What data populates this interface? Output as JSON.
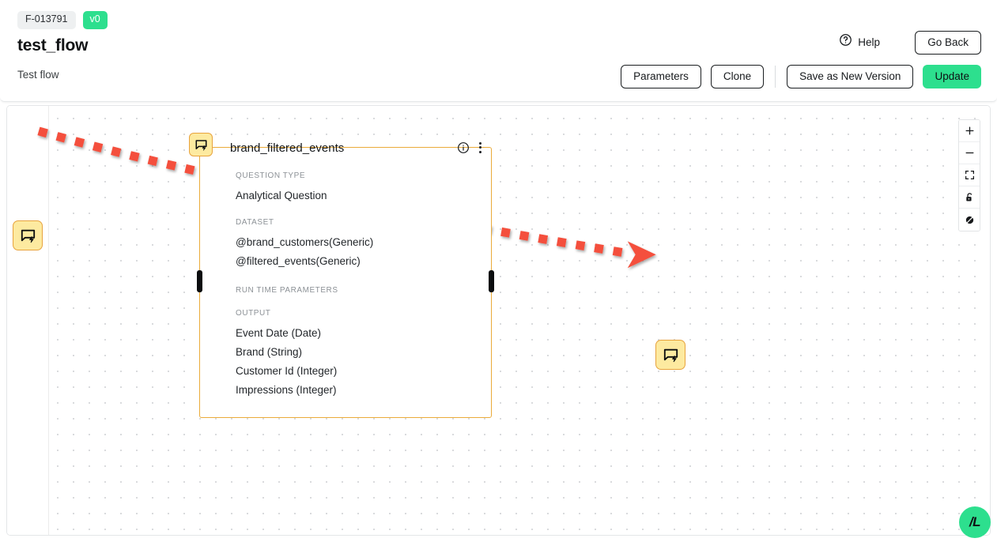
{
  "header": {
    "flow_id": "F-013791",
    "version_badge": "v0",
    "title": "test_flow",
    "subtitle": "Test flow",
    "help_label": "Help",
    "go_back_label": "Go Back",
    "parameters_label": "Parameters",
    "clone_label": "Clone",
    "save_as_new_version_label": "Save as New Version",
    "update_label": "Update",
    "version_badge_color": "#2ddf8e",
    "update_button_color": "#2ddf8e"
  },
  "canvas": {
    "node": {
      "title": "brand_filtered_events",
      "border_color": "#eaab3a",
      "icon_bg": "#fdeaa0",
      "sections": [
        {
          "label": "QUESTION TYPE",
          "items": [
            "Analytical Question"
          ]
        },
        {
          "label": "DATASET",
          "items": [
            "@brand_customers(Generic)",
            "@filtered_events(Generic)"
          ]
        },
        {
          "label": "RUN TIME PARAMETERS",
          "items": []
        },
        {
          "label": "OUTPUT",
          "items": [
            "Event Date (Date)",
            "Brand (String)",
            "Customer Id (Integer)",
            "Impressions (Integer)"
          ]
        }
      ]
    },
    "edge": {
      "color": "#f4503c",
      "style": "dashed",
      "arrow": "end"
    }
  },
  "toolbar": {
    "zoom_in": "+",
    "zoom_out": "−",
    "fit_view": "fit-view",
    "lock": "unlocked",
    "interactivity": "disabled"
  },
  "fab": {
    "label": "/L",
    "color": "#2ddf8e"
  }
}
